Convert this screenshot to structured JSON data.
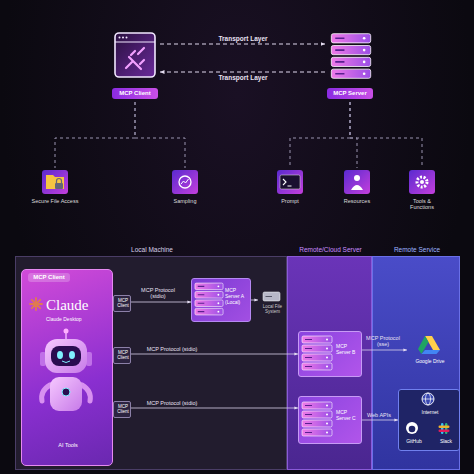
{
  "diagram": {
    "nodes": [
      {
        "text": [
          "MCP Client"
        ]
      },
      {
        "text": [
          "MCP Server"
        ]
      },
      {
        "text": [
          "Secure File Access"
        ]
      },
      {
        "text": [
          "Sampling"
        ]
      },
      {
        "text": [
          "Prompt"
        ]
      },
      {
        "text": [
          "Resources"
        ]
      },
      {
        "text": [
          "Tools & Functions"
        ]
      },
      {
        "text": [
          "Local Machine"
        ]
      },
      {
        "text": [
          "Remote/Cloud Server"
        ]
      },
      {
        "text": [
          "Remote Service"
        ]
      },
      {
        "text": [
          "MCP Client",
          "Claude",
          "Claude Desktop",
          "AI Tools"
        ],
        "in": 7
      },
      {
        "text": [
          "MCP Client"
        ],
        "in": 7
      },
      {
        "text": [
          "MCP Client"
        ],
        "in": 7
      },
      {
        "text": [
          "MCP Client"
        ],
        "in": 7
      },
      {
        "text": [
          "MCP Server A (Local)"
        ],
        "in": 7
      },
      {
        "text": [
          "Local File System"
        ],
        "in": 7
      },
      {
        "text": [
          "MCP Server B"
        ],
        "in": 8
      },
      {
        "text": [
          "MCP Server C"
        ],
        "in": 8
      },
      {
        "text": [
          "Google Drive"
        ],
        "in": 9
      },
      {
        "text": [
          "Internet"
        ],
        "in": 9
      },
      {
        "text": [
          "GitHub"
        ],
        "in": 19
      },
      {
        "text": [
          "Slack"
        ],
        "in": 19
      }
    ],
    "edges": [
      {
        "from": 0,
        "to": 1,
        "label": "Transport Layer",
        "arrow": "to"
      },
      {
        "from": 1,
        "to": 0,
        "label": "Transport Layer",
        "arrow": "to"
      },
      {
        "from": 0,
        "to": 2,
        "arrow": "none"
      },
      {
        "from": 0,
        "to": 3,
        "arrow": "none"
      },
      {
        "from": 1,
        "to": 4,
        "arrow": "none"
      },
      {
        "from": 1,
        "to": 5,
        "arrow": "none"
      },
      {
        "from": 1,
        "to": 6,
        "arrow": "none"
      },
      {
        "from": 11,
        "to": 14,
        "label": "MCP Protocol (stdio)",
        "arrow": "to"
      },
      {
        "from": 14,
        "to": 15,
        "arrow": "to"
      },
      {
        "from": 12,
        "to": 16,
        "label": "MCP Protocol (stdio)",
        "arrow": "to"
      },
      {
        "from": 13,
        "to": 17,
        "label": "MCP Protocol (stdio)",
        "arrow": "to"
      },
      {
        "from": 16,
        "to": 18,
        "label": "MCP Protocol (sse)",
        "arrow": "to"
      },
      {
        "from": 17,
        "to": 19,
        "label": "Web APIs",
        "arrow": "to"
      }
    ]
  }
}
